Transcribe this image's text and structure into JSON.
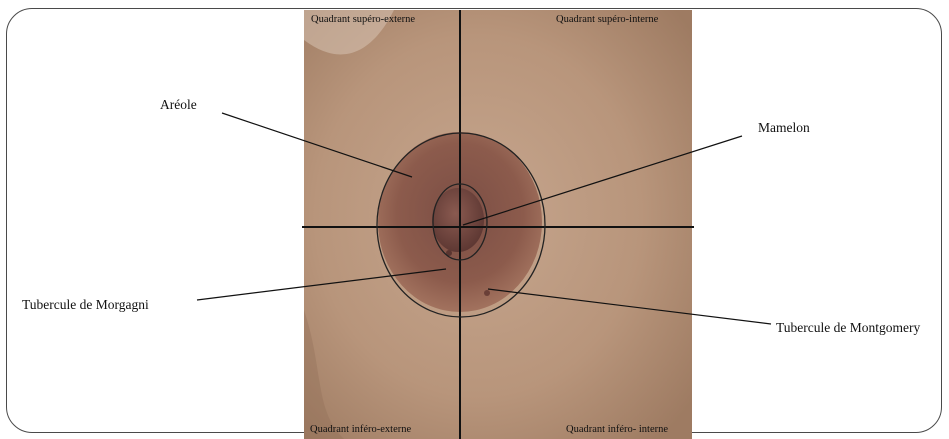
{
  "labels": {
    "areole": "Aréole",
    "mamelon": "Mamelon",
    "tubercule_morgagni": "Tubercule de Morgagni",
    "tubercule_montgomery": "Tubercule de Montgomery"
  },
  "quadrants": {
    "superieur_externe": "Quadrant supéro-externe",
    "superieur_interne": "Quadrant supéro-interne",
    "inferieur_externe": "Quadrant inféro-externe",
    "inferieur_interne": "Quadrant inféro- interne"
  }
}
